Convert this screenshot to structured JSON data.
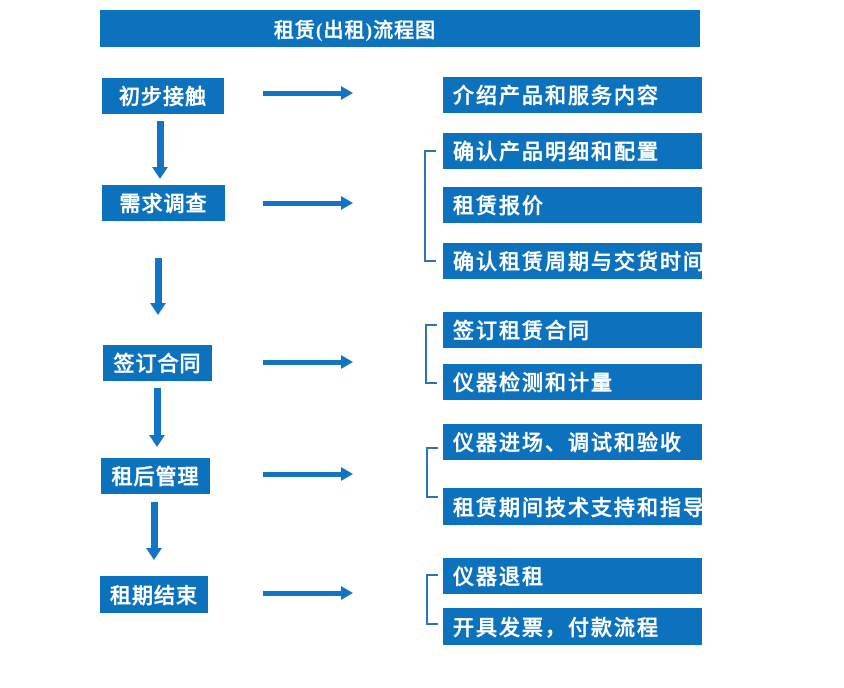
{
  "title": "租赁(出租)流程图",
  "colors": {
    "primary": "#0d72bd",
    "arrow": "#1274c5",
    "bracket": "#2e74b5",
    "box_text": "#ffffff",
    "background": "#ffffff"
  },
  "steps": [
    {
      "label": "初步接触",
      "details": [
        "介绍产品和服务内容"
      ]
    },
    {
      "label": "需求调查",
      "details": [
        "确认产品明细和配置",
        "租赁报价",
        "确认租赁周期与交货时间"
      ]
    },
    {
      "label": "签订合同",
      "details": [
        "签订租赁合同",
        "仪器检测和计量"
      ]
    },
    {
      "label": "租后管理",
      "details": [
        "仪器进场、调试和验收",
        "租赁期间技术支持和指导"
      ]
    },
    {
      "label": "租期结束",
      "details": [
        "仪器退租",
        "开具发票，付款流程"
      ]
    }
  ]
}
